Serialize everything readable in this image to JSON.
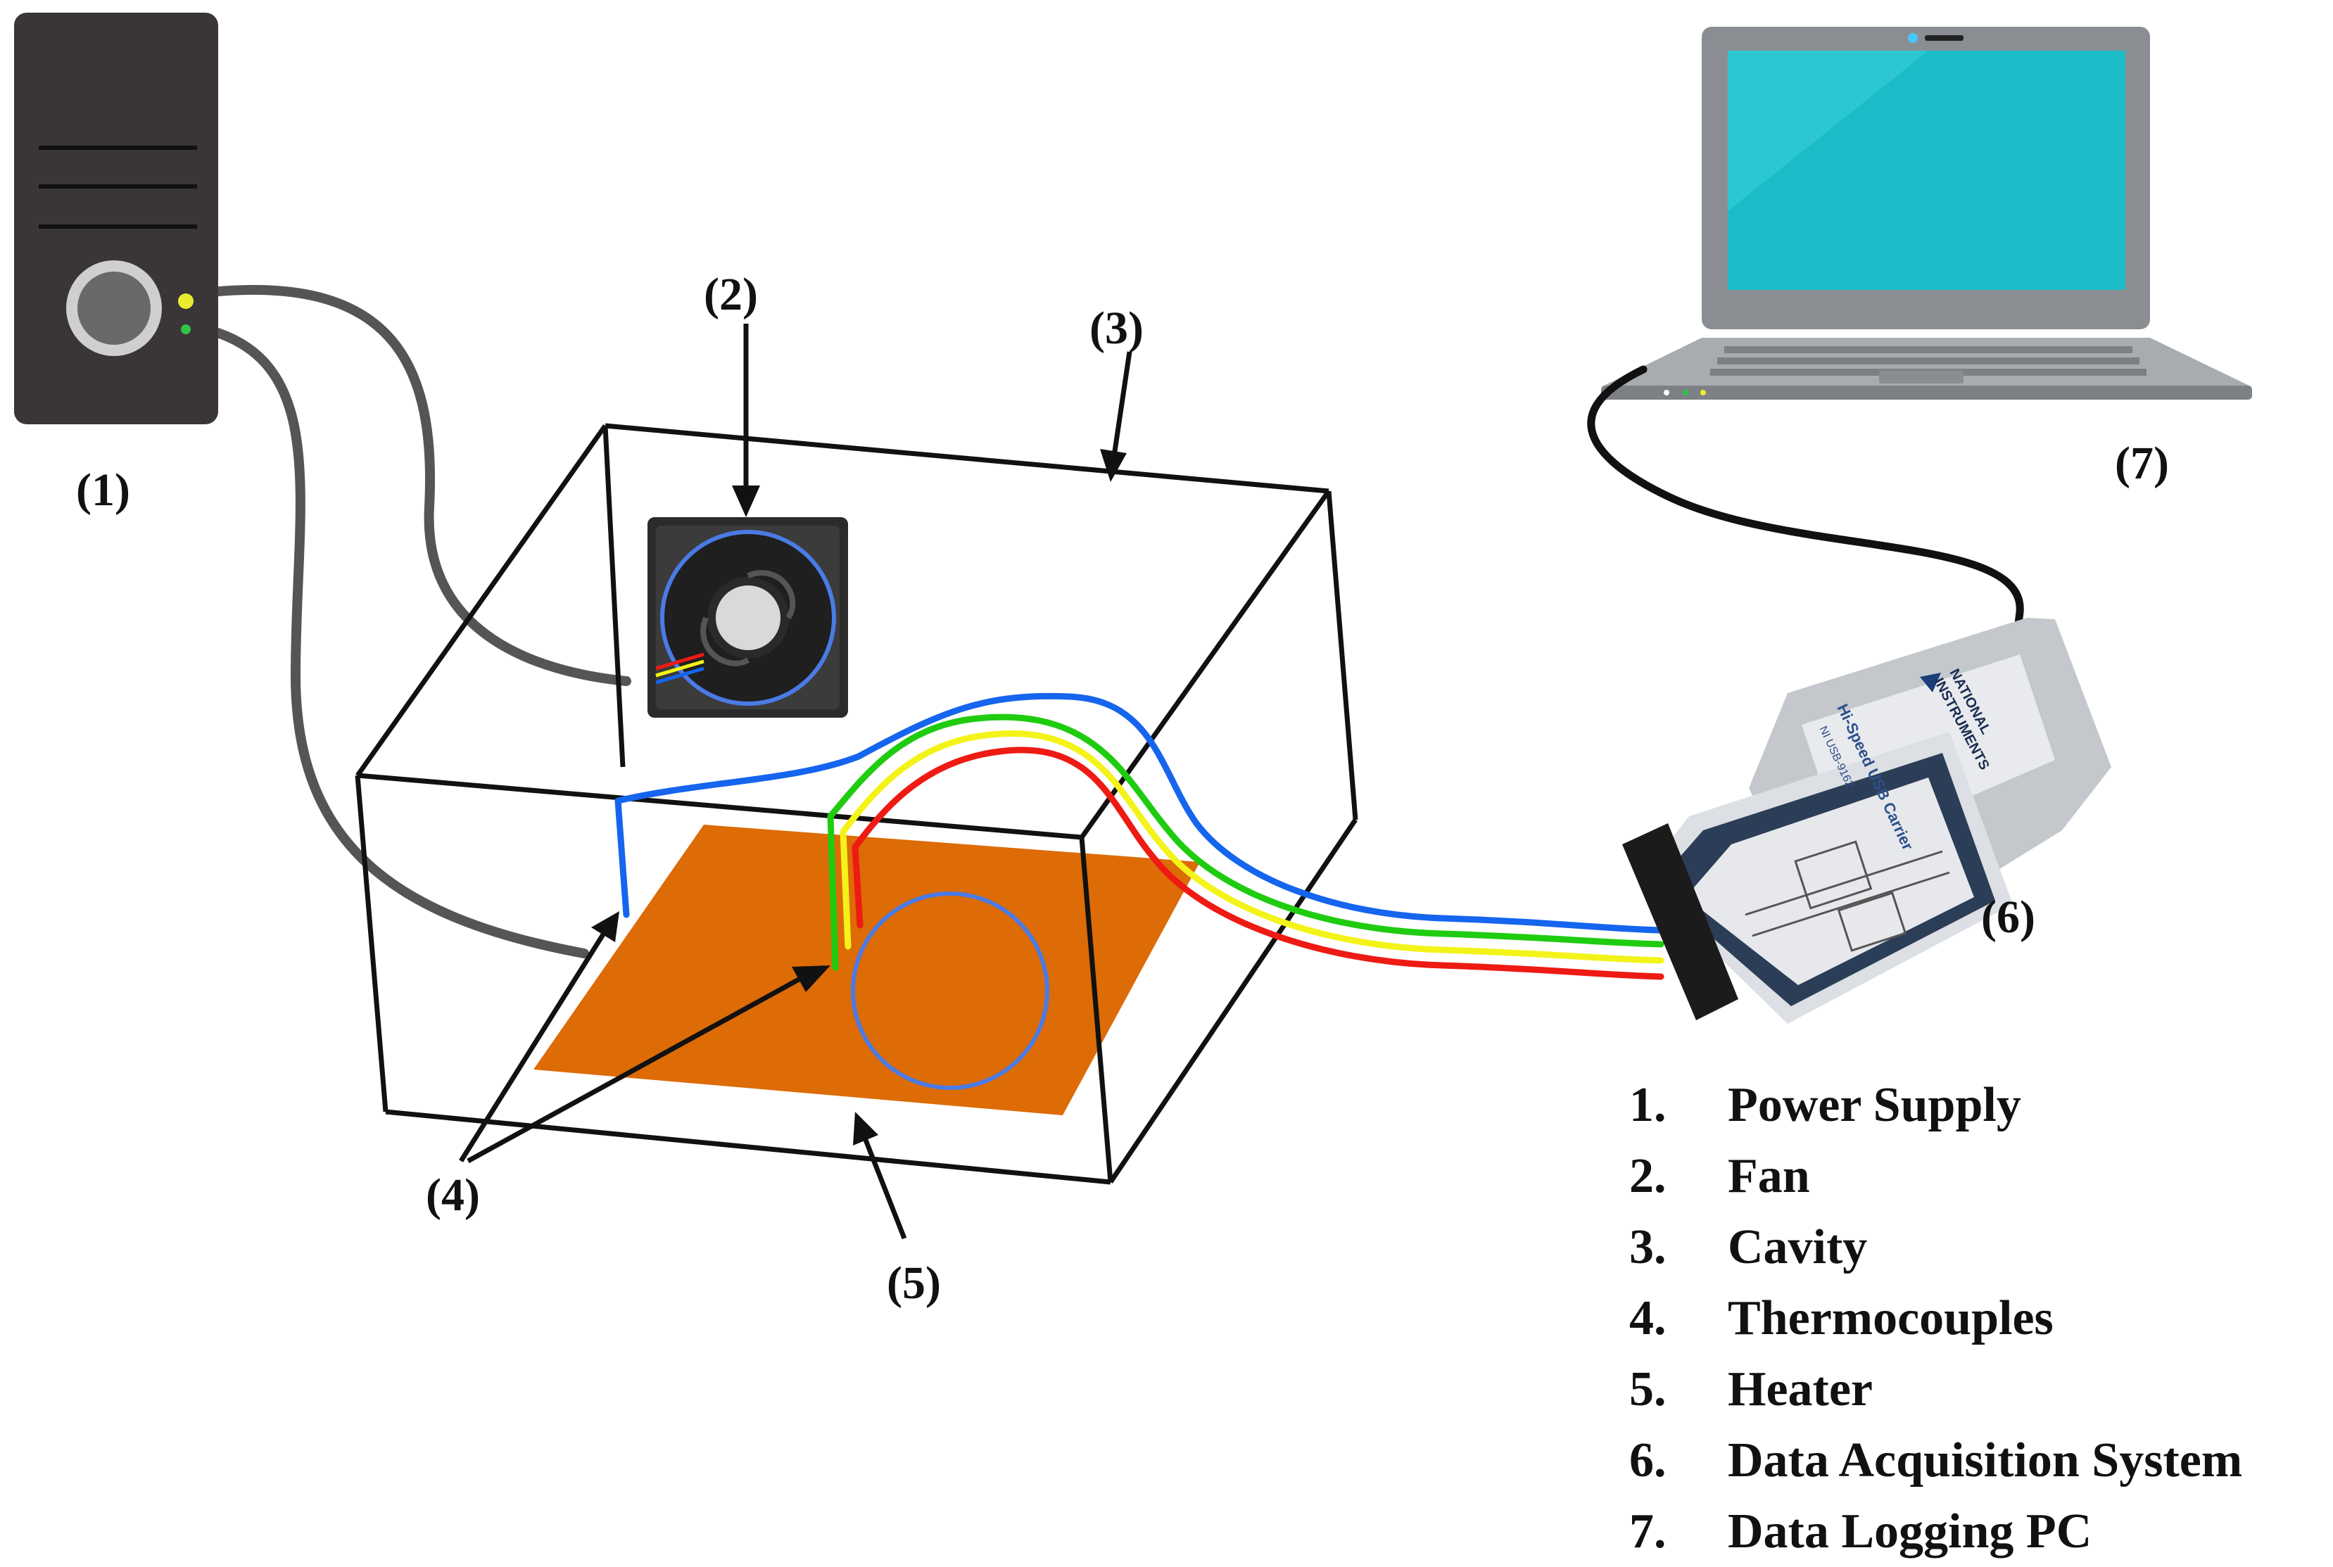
{
  "callouts": {
    "power_supply": "(1)",
    "fan": "(2)",
    "cavity": "(3)",
    "thermocouples": "(4)",
    "heater": "(5)",
    "daq": "(6)",
    "pc": "(7)"
  },
  "daq_label": {
    "brand_line1": "NATIONAL",
    "brand_line2": "INSTRUMENTS",
    "product": "Hi-Speed USB Carrier",
    "model": "NI USB-9162"
  },
  "legend": [
    {
      "num": "1.",
      "text": "Power Supply"
    },
    {
      "num": "2.",
      "text": "Fan"
    },
    {
      "num": "3.",
      "text": "Cavity"
    },
    {
      "num": "4.",
      "text": "Thermocouples"
    },
    {
      "num": "5.",
      "text": "Heater"
    },
    {
      "num": "6.",
      "text": "Data Acquisition System"
    },
    {
      "num": "7.",
      "text": "Data Logging PC"
    }
  ],
  "colors": {
    "heater": "#dd6b06",
    "thermocouple_blue": "#1565ee",
    "thermocouple_green": "#1fcc10",
    "thermocouple_yellow": "#f3f31a",
    "thermocouple_red": "#ee1a14",
    "power_supply": "#3a3536",
    "laptop_screen": "#1bbcc8",
    "laptop_body": "#9ea2a6",
    "cable": "#555555"
  }
}
